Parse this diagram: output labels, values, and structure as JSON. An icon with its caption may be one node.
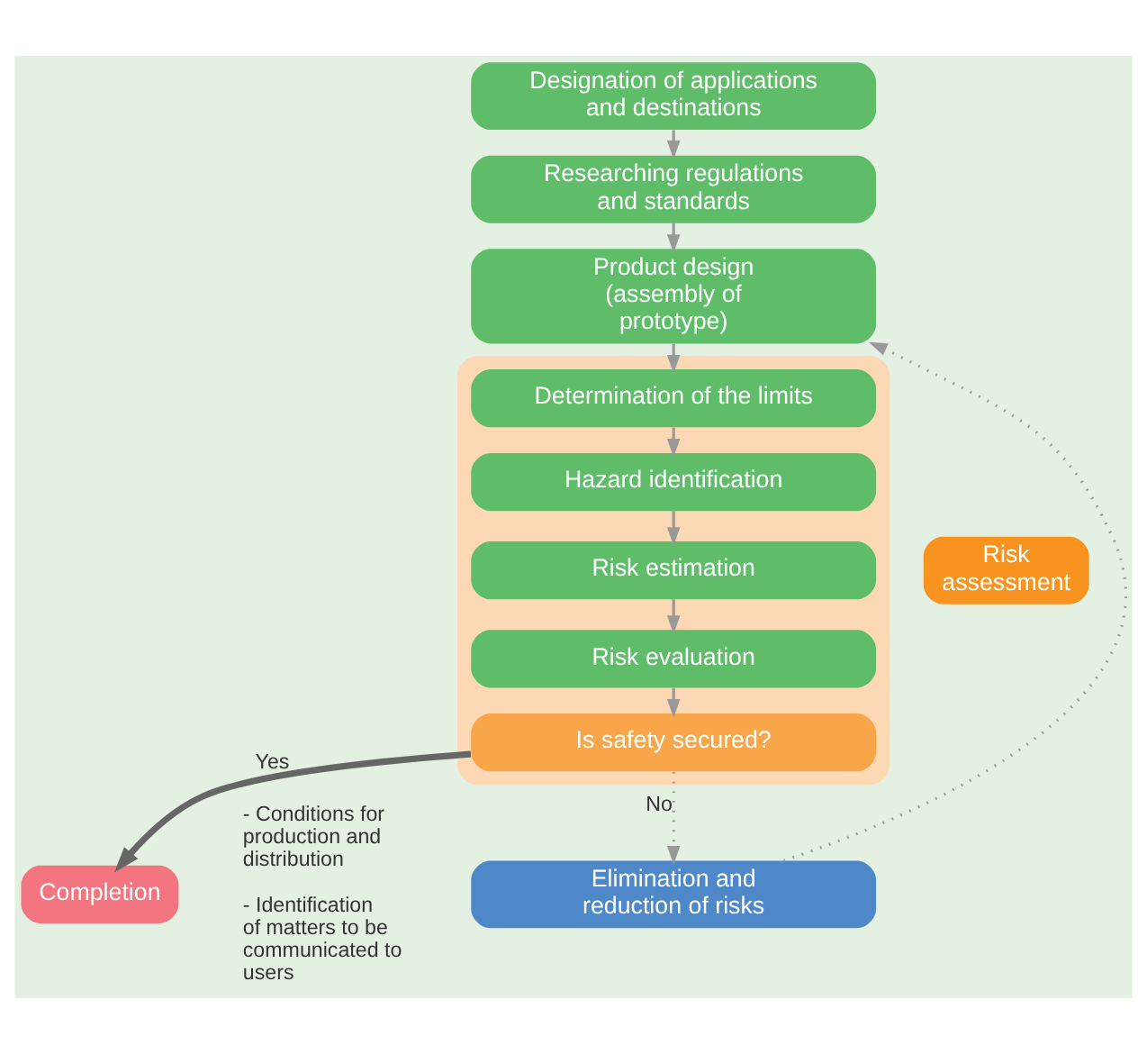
{
  "diagram": {
    "nodes": [
      {
        "text": [
          "Designation of applications and destinations"
        ]
      },
      {
        "text": [
          "Researching regulations and standards"
        ]
      },
      {
        "text": [
          "Product design (assembly of prototype)"
        ]
      },
      {
        "text": [],
        "shape": "box"
      },
      {
        "text": [
          "Determination of the limits"
        ],
        "in": 3
      },
      {
        "text": [
          "Hazard identification"
        ],
        "in": 3
      },
      {
        "text": [
          "Risk estimation"
        ],
        "in": 3
      },
      {
        "text": [
          "Risk evaluation"
        ],
        "in": 3
      },
      {
        "text": [
          "Is safety secured?"
        ],
        "in": 3
      },
      {
        "text": [
          "Risk assessment"
        ]
      },
      {
        "text": [
          "Completion"
        ],
        "beside": [
          "- Conditions for production and distribution",
          "- Identification of matters to be communicated to users"
        ]
      },
      {
        "text": [
          "Elimination and reduction of risks"
        ]
      }
    ],
    "edges": [
      {
        "from": 0,
        "to": 1,
        "arrow": "to"
      },
      {
        "from": 1,
        "to": 2,
        "arrow": "to"
      },
      {
        "from": 2,
        "to": 4,
        "arrow": "to"
      },
      {
        "from": 4,
        "to": 5,
        "arrow": "to"
      },
      {
        "from": 5,
        "to": 6,
        "arrow": "to"
      },
      {
        "from": 6,
        "to": 7,
        "arrow": "to"
      },
      {
        "from": 7,
        "to": 8,
        "arrow": "to"
      },
      {
        "from": 8,
        "to": 10,
        "arrow": "to",
        "label": "Yes",
        "style": "thick",
        "color": "#666666"
      },
      {
        "from": 8,
        "to": 11,
        "arrow": "to",
        "label": "No",
        "style": "dashed"
      },
      {
        "from": 11,
        "to": 2,
        "arrow": "to",
        "style": "dashed"
      }
    ]
  }
}
